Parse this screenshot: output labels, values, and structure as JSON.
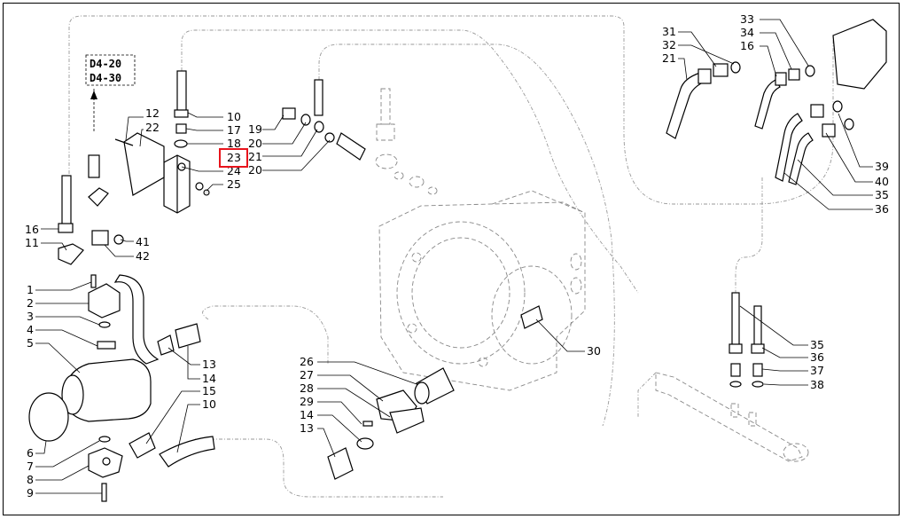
{
  "diagram": {
    "refs": [
      "D4-20",
      "D4-30"
    ],
    "highlight_color": "#e8141c",
    "callouts": [
      {
        "id": "c12",
        "text": "12"
      },
      {
        "id": "c22",
        "text": "22"
      },
      {
        "id": "c10a",
        "text": "10"
      },
      {
        "id": "c17",
        "text": "17"
      },
      {
        "id": "c18",
        "text": "18"
      },
      {
        "id": "c23",
        "text": "23"
      },
      {
        "id": "c24",
        "text": "24"
      },
      {
        "id": "c25",
        "text": "25"
      },
      {
        "id": "c19",
        "text": "19"
      },
      {
        "id": "c20a",
        "text": "20"
      },
      {
        "id": "c21a",
        "text": "21"
      },
      {
        "id": "c20b",
        "text": "20"
      },
      {
        "id": "c16a",
        "text": "16"
      },
      {
        "id": "c11",
        "text": "11"
      },
      {
        "id": "c41",
        "text": "41"
      },
      {
        "id": "c42",
        "text": "42"
      },
      {
        "id": "c1",
        "text": "1"
      },
      {
        "id": "c2",
        "text": "2"
      },
      {
        "id": "c3",
        "text": "3"
      },
      {
        "id": "c4",
        "text": "4"
      },
      {
        "id": "c5",
        "text": "5"
      },
      {
        "id": "c6",
        "text": "6"
      },
      {
        "id": "c7",
        "text": "7"
      },
      {
        "id": "c8",
        "text": "8"
      },
      {
        "id": "c9",
        "text": "9"
      },
      {
        "id": "c13a",
        "text": "13"
      },
      {
        "id": "c14a",
        "text": "14"
      },
      {
        "id": "c15",
        "text": "15"
      },
      {
        "id": "c10b",
        "text": "10"
      },
      {
        "id": "c26",
        "text": "26"
      },
      {
        "id": "c27",
        "text": "27"
      },
      {
        "id": "c28",
        "text": "28"
      },
      {
        "id": "c29",
        "text": "29"
      },
      {
        "id": "c14b",
        "text": "14"
      },
      {
        "id": "c13b",
        "text": "13"
      },
      {
        "id": "c30",
        "text": "30"
      },
      {
        "id": "c31",
        "text": "31"
      },
      {
        "id": "c32",
        "text": "32"
      },
      {
        "id": "c21b",
        "text": "21"
      },
      {
        "id": "c33",
        "text": "33"
      },
      {
        "id": "c34",
        "text": "34"
      },
      {
        "id": "c16b",
        "text": "16"
      },
      {
        "id": "c39",
        "text": "39"
      },
      {
        "id": "c40",
        "text": "40"
      },
      {
        "id": "c35a",
        "text": "35"
      },
      {
        "id": "c36a",
        "text": "36"
      },
      {
        "id": "c35b",
        "text": "35"
      },
      {
        "id": "c36b",
        "text": "36"
      },
      {
        "id": "c37",
        "text": "37"
      },
      {
        "id": "c38",
        "text": "38"
      }
    ]
  }
}
